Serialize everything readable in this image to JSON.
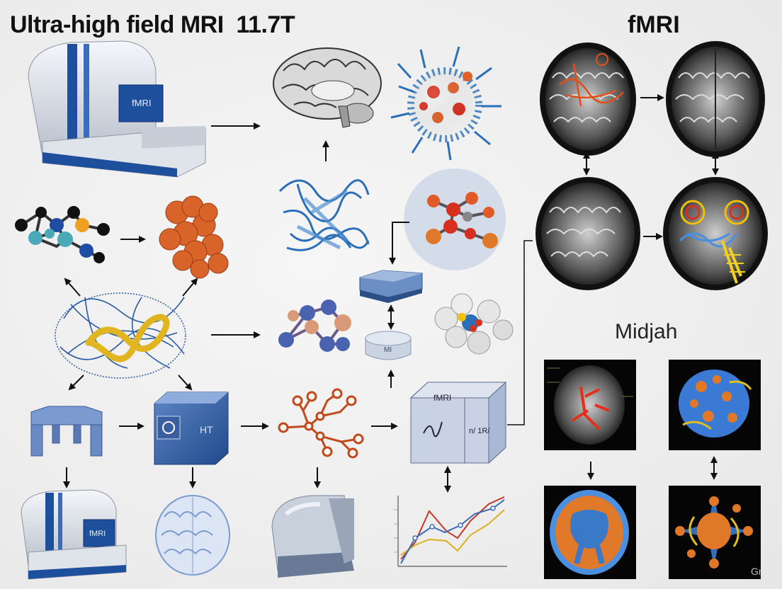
{
  "titles": {
    "main": "Ultra-high field MRI  11.7T",
    "fmri": "fMRI",
    "midjah": "Midjah"
  },
  "labels": {
    "scanner_screen_top": "fMRI",
    "scanner_screen_bottom": "fMRI",
    "disc_label": "MI",
    "box_label_top": "fMRI",
    "box_label_side": "n/ 1R/",
    "cube_label": "HT"
  },
  "watermark": "Gr",
  "colors": {
    "scanner_blue": "#1e4f9c",
    "protein_blue": "#2a6fb8",
    "atom_orange": "#d8642a",
    "atom_red": "#d7301f",
    "arrow": "#111111"
  }
}
